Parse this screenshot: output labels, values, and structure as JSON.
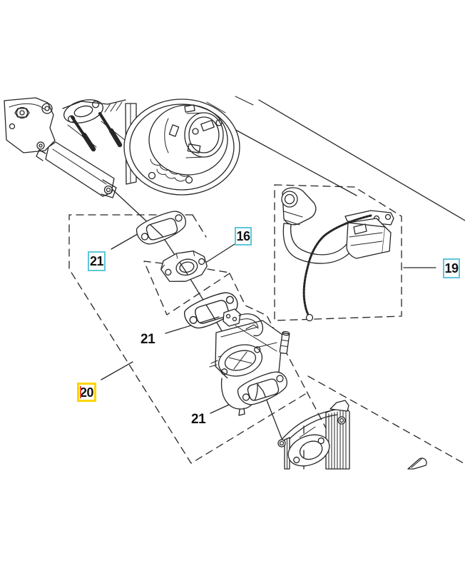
{
  "page": {
    "background": "#ffffff"
  },
  "diagram": {
    "callouts": {
      "part21_upper": {
        "label": "21",
        "style": "linked"
      },
      "part16": {
        "label": "16",
        "style": "linked"
      },
      "part19": {
        "label": "19",
        "style": "linked"
      },
      "part20": {
        "label": "20",
        "style": "selected"
      },
      "part21_middle": {
        "label": "21",
        "style": "plain"
      },
      "part21_lower": {
        "label": "21",
        "style": "plain"
      }
    },
    "colors": {
      "line_color": "#262626",
      "callout_border": "#5ec7db",
      "selected_border": "#ffd400",
      "selected_accent": "#e2483d",
      "label_text": "#111111",
      "page_background": "#ffffff"
    }
  }
}
